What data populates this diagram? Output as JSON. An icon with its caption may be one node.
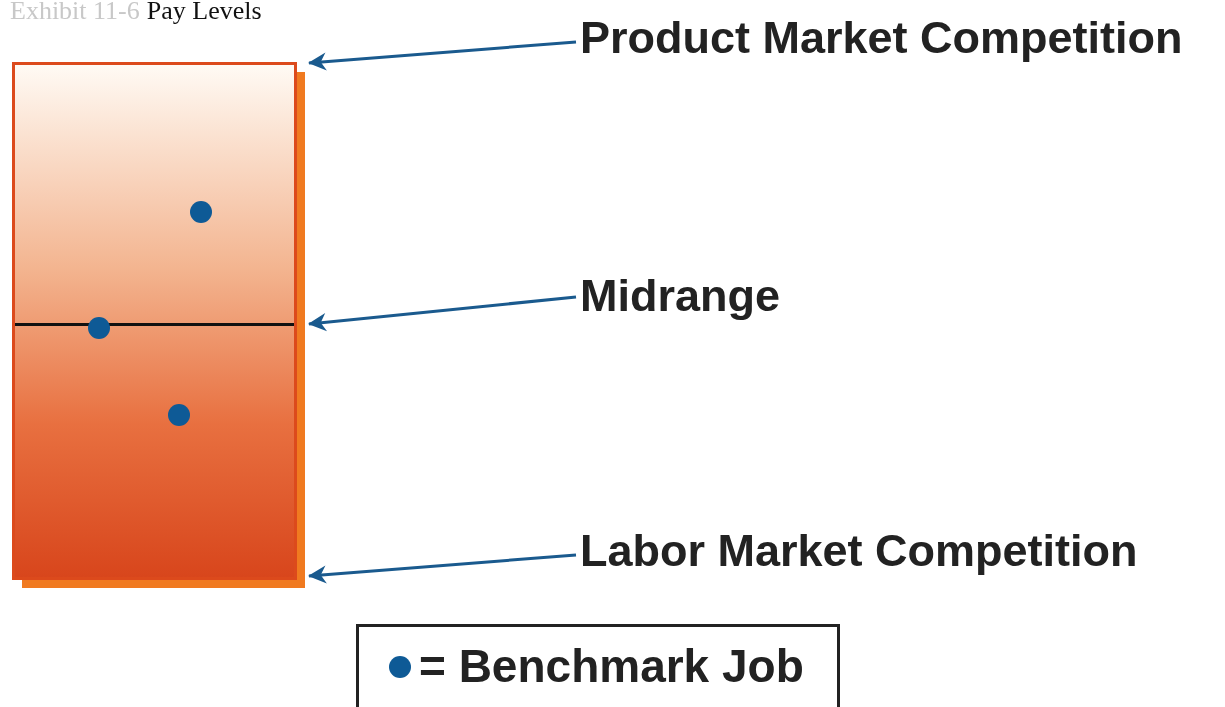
{
  "diagram": {
    "title": "Pay Levels",
    "nodes": [
      {
        "text": [],
        "shape": "bar"
      },
      {
        "text": [],
        "shape": "line",
        "in": 0
      },
      {
        "text": [
          "Product Market Competition"
        ]
      },
      {
        "text": [
          "Midrange"
        ]
      },
      {
        "text": [
          "Labor Market Competition"
        ]
      }
    ],
    "edges": [
      {
        "from": 2,
        "to": 0,
        "arrow": "to"
      },
      {
        "from": 3,
        "to": 1,
        "arrow": "to"
      },
      {
        "from": 4,
        "to": 0,
        "arrow": "to"
      }
    ],
    "labels": [
      "Exhibit 11-6"
    ],
    "legend": [
      {
        "text": "= Benchmark Job"
      }
    ]
  }
}
